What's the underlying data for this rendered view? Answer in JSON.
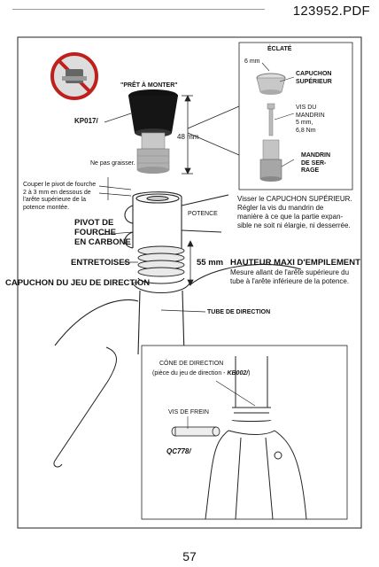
{
  "header": {
    "doc_id": "123952.PDF"
  },
  "labels": {
    "pret_a_monter": "\"PRÊT À MONTER\"",
    "kp017": "KP017/",
    "ne_pas_graisser": "Ne pas graisser.",
    "dim_48": "48 mm",
    "eclate": "ÉCLATÉ",
    "dim_6": "6 mm",
    "capuchon_sup": [
      "CAPUCHON",
      "SUPÉRIEUR"
    ],
    "vis_mandrin": [
      "VIS DU",
      "MANDRIN",
      "5 mm,",
      "6,8 Nm"
    ],
    "mandrin_serrage": [
      "MANDRIN",
      "DE SER-",
      "RAGE"
    ],
    "couper_pivot": [
      "Couper le pivot de fourche",
      "2 à 3 mm en dessous de",
      "l'arête supérieure de la",
      "potence montée."
    ],
    "potence": "POTENCE",
    "visser": [
      "Visser le CAPUCHON SUPÉRIEUR.",
      "Régler la vis du mandrin de",
      "manière à ce que la partie expan-",
      "sible ne soit ni élargie, ni desserrée."
    ],
    "pivot_carbone": [
      "PIVOT DE",
      "FOURCHE",
      "EN CARBONE"
    ],
    "entretoises": "ENTRETOISES",
    "dim_55": "55 mm",
    "hauteur_maxi": "HAUTEUR MAXI D'EMPILEMENT",
    "mesure": [
      "Mesure allant de l'arête supérieure du",
      "tube à l'arête inférieure de la potence."
    ],
    "capuchon_jeu": "CAPUCHON DU JEU DE DIRECTION",
    "tube_direction": "TUBE DE DIRECTION",
    "cone": "CÔNE DE DIRECTION",
    "cone_sub_prefix": "(pièce du jeu de direction - ",
    "cone_sub_code": "KB002/",
    "cone_sub_suffix": ")",
    "vis_frein": "VIS DE FREIN",
    "qc778": "QC778/"
  },
  "footer": {
    "page_number": "57"
  }
}
